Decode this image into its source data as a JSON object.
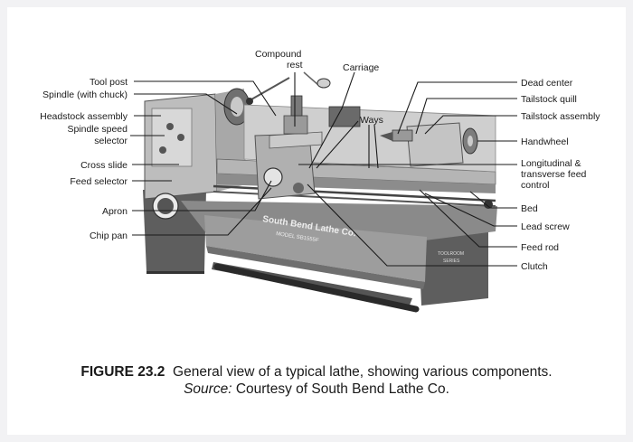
{
  "labels": {
    "compound_rest_1": "Compound",
    "compound_rest_2": "rest",
    "carriage": "Carriage",
    "tool_post": "Tool post",
    "spindle": "Spindle (with chuck)",
    "headstock_assembly": "Headstock assembly",
    "spindle_speed_1": "Spindle speed",
    "spindle_speed_2": "selector",
    "cross_slide": "Cross slide",
    "feed_selector": "Feed selector",
    "apron": "Apron",
    "chip_pan": "Chip pan",
    "ways": "Ways",
    "dead_center": "Dead center",
    "tailstock_quill": "Tailstock quill",
    "tailstock_assembly": "Tailstock assembly",
    "handwheel": "Handwheel",
    "long_feed_1": "Longitudinal &",
    "long_feed_2": "transverse feed",
    "long_feed_3": "control",
    "bed": "Bed",
    "lead_screw": "Lead screw",
    "feed_rod": "Feed rod",
    "clutch": "Clutch"
  },
  "machine_text": {
    "brand": "South Bend Lathe Co.",
    "model": "MODEL SB1555F",
    "series_1": "TOOLROOM",
    "series_2": "SERIES"
  },
  "caption": {
    "figure_number": "FIGURE 23.2",
    "text": "General view of a typical lathe, showing various components.",
    "source_label": "Source:",
    "source_text": "Courtesy of South Bend Lathe Co."
  }
}
